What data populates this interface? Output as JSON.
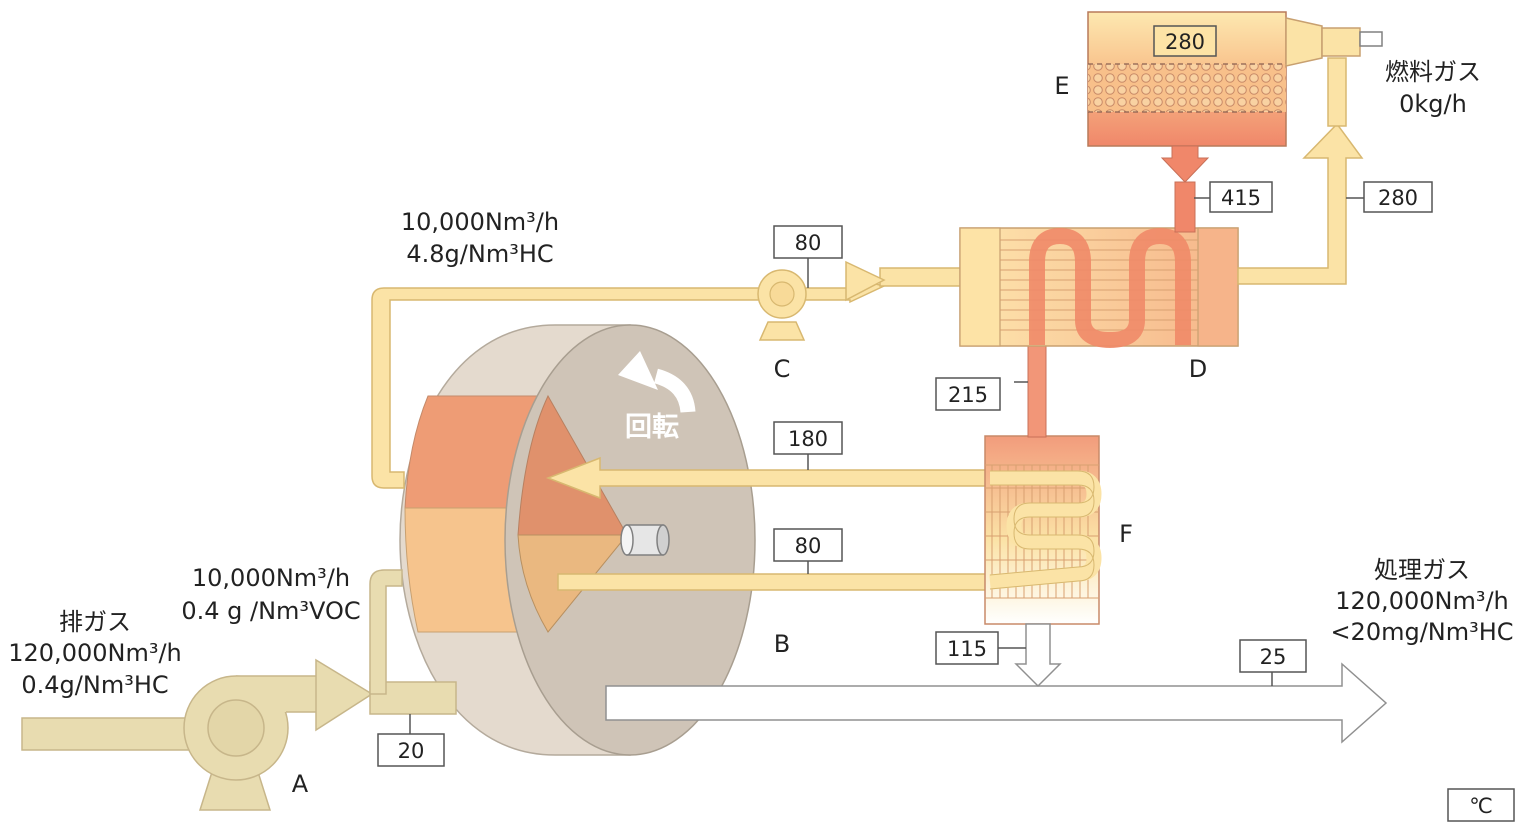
{
  "units": {
    "label": "℃"
  },
  "inlet": {
    "title": "排ガス",
    "flow": "120,000Nm³/h",
    "conc": "0.4g/Nm³HC",
    "temp": "20",
    "fan_letter": "A"
  },
  "adsorption_feed": {
    "flow": "10,000Nm³/h",
    "conc": "0.4 g /Nm³VOC"
  },
  "concentrated": {
    "flow": "10,000Nm³/h",
    "conc": "4.8g/Nm³HC",
    "temp": "80",
    "fan_letter": "C"
  },
  "rotor": {
    "letter": "B",
    "rotation_label": "回転"
  },
  "desorption": {
    "hot_air_temp": "180",
    "cooling_air_temp": "80"
  },
  "heat_exchanger_d": {
    "letter": "D",
    "inlet_temp": "415",
    "outlet_temp": "215",
    "preheated_temp": "280"
  },
  "combustor_e": {
    "letter": "E",
    "temp": "280",
    "fuel_label": "燃料ガス",
    "fuel_flow": "0kg/h"
  },
  "heat_exchanger_f": {
    "letter": "F",
    "exhaust_temp": "115"
  },
  "treated": {
    "title": "処理ガス",
    "flow": "120,000Nm³/h",
    "conc": "<20mg/Nm³HC",
    "temp": "25"
  },
  "colors": {
    "pale_duct": "#fbe3a6",
    "pale_duct_edge": "#d8b870",
    "fan": "#e8dcb0",
    "hot": "#f08a68",
    "wheel_side": "#e4dace",
    "wheel_face": "#cfc4b7",
    "seg_desorb": "#ee9c75",
    "seg_cool": "#f6c48d"
  }
}
